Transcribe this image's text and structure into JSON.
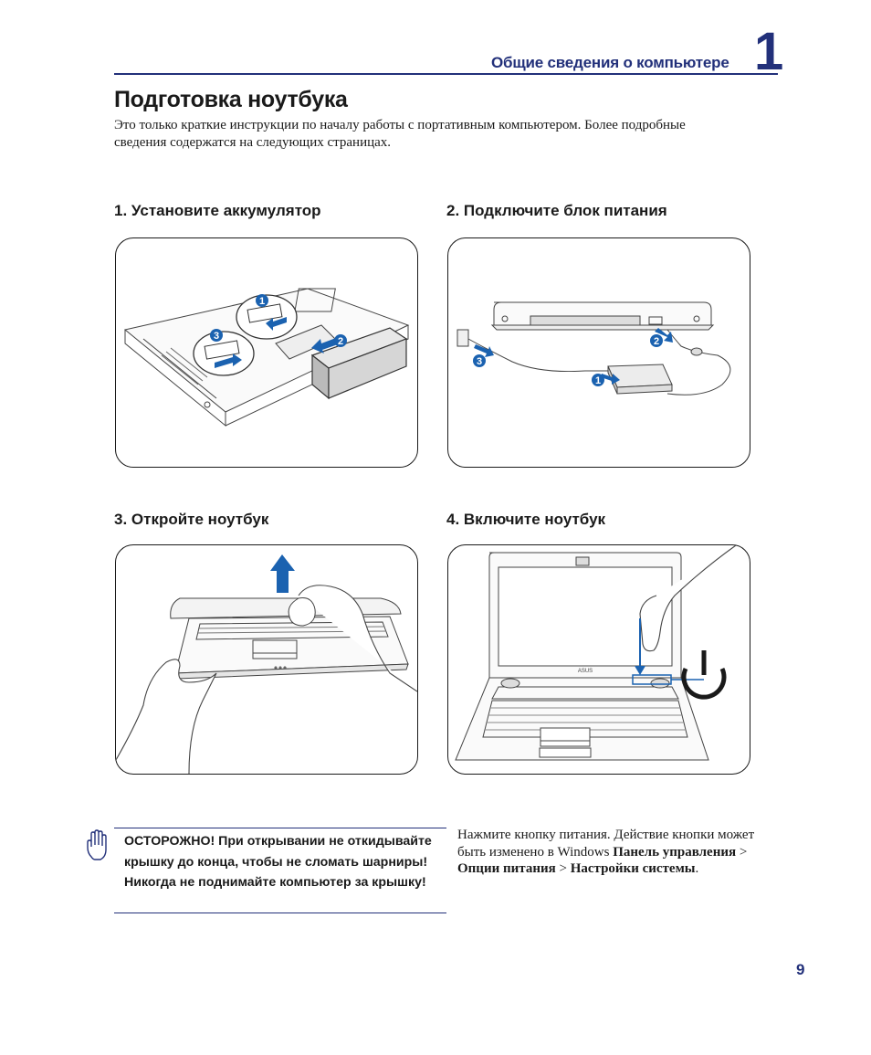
{
  "header": {
    "chapter_title": "Общие сведения о компьютере",
    "chapter_number": "1"
  },
  "page_title": "Подготовка ноутбука",
  "intro": "Это только краткие инструкции по началу работы с портативным компьютером. Более подробные сведения содержатся на следующих страницах.",
  "steps": [
    {
      "title": "1. Установите аккумулятор",
      "callouts": [
        "1",
        "2",
        "3"
      ]
    },
    {
      "title": "2. Подключите блок питания",
      "callouts": [
        "1",
        "2",
        "3"
      ]
    },
    {
      "title": "3. Откройте ноутбук"
    },
    {
      "title": "4. Включите ноутбук",
      "brand": "ASUS"
    }
  ],
  "warning": {
    "icon": "hand-icon",
    "text": "ОСТОРОЖНО! При открывании не откидывайте крышку до конца, чтобы не сломать шарниры! Никогда не поднимайте компьютер за крышку!"
  },
  "note": {
    "part1": "Нажмите кнопку питания. Действие кнопки может быть изменено в Windows ",
    "bold1": "Панель управления",
    "sep1": " > ",
    "bold2": "Опции питания",
    "sep2": " > ",
    "bold3": "Настройки системы",
    "end": "."
  },
  "page_number": "9",
  "colors": {
    "accent": "#22307a",
    "arrow_blue": "#1b62b0"
  }
}
